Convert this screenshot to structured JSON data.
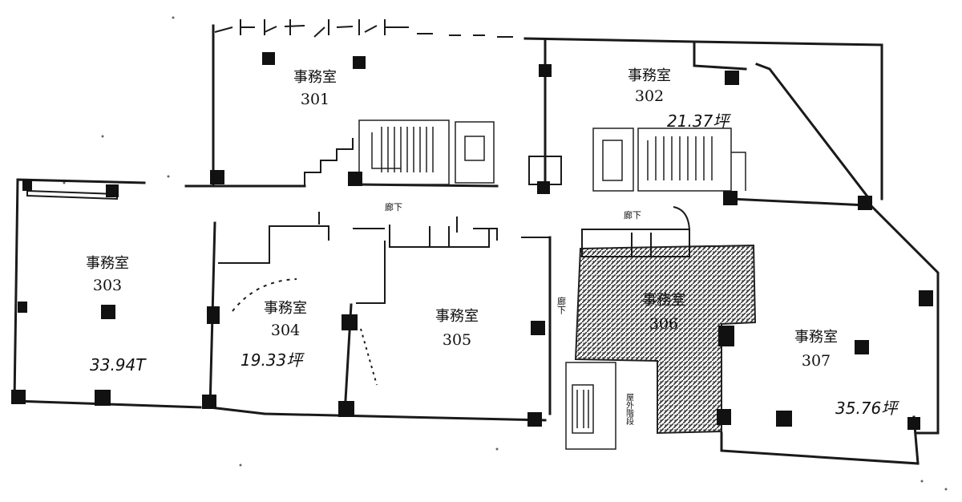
{
  "rooms": [
    {
      "id": "301",
      "label": "事務室",
      "number": "301",
      "area": ""
    },
    {
      "id": "302",
      "label": "事務室",
      "number": "302",
      "area": "21.37坪"
    },
    {
      "id": "303",
      "label": "事務室",
      "number": "303",
      "area": "33.94T"
    },
    {
      "id": "304",
      "label": "事務室",
      "number": "304",
      "area": "19.33坪"
    },
    {
      "id": "305",
      "label": "事務室",
      "number": "305",
      "area": ""
    },
    {
      "id": "306",
      "label": "事務室",
      "number": "306",
      "area": ""
    },
    {
      "id": "307",
      "label": "事務室",
      "number": "307",
      "area": "35.76坪"
    }
  ],
  "labels": {
    "corridor_1": "廊下",
    "corridor_2": "廊下",
    "corridor_3": "廊下",
    "stair_label": "屋外階段"
  }
}
